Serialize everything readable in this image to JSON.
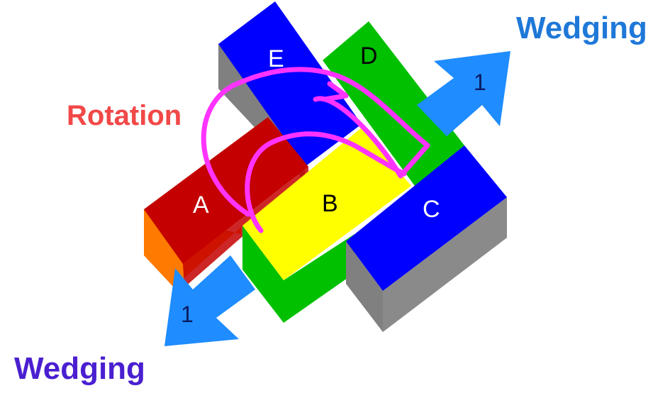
{
  "labels": {
    "wedging_top": "Wedging",
    "wedging_bottom": "Wedging",
    "rotation": "Rotation",
    "arrow_top_number": "1",
    "arrow_bottom_number": "1"
  },
  "blocks": {
    "a": "A",
    "b": "B",
    "c": "C",
    "d": "D",
    "e": "E"
  },
  "colors": {
    "wedging_top": "#1f78d8",
    "wedging_bottom": "#4a1fd0",
    "rotation": "#f24848",
    "arrow": "#1f8cff",
    "rotation_curve": "#ff33ff",
    "block_a": "#c40000",
    "block_a_side": "#ff7a00",
    "block_b": "#ffff00",
    "block_green": "#00c000",
    "block_blue": "#0000ff",
    "shadow": "#808080"
  }
}
